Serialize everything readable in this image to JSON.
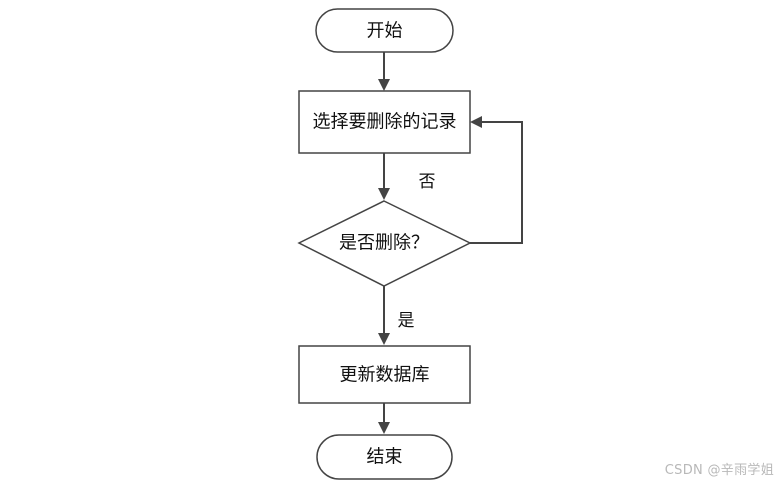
{
  "flowchart": {
    "nodes": {
      "start": {
        "text": "开始",
        "shape": "terminator"
      },
      "select_record": {
        "text": "选择要删除的记录",
        "shape": "process"
      },
      "confirm_delete": {
        "text": "是否删除？",
        "shape": "decision"
      },
      "update_db": {
        "text": "更新数据库",
        "shape": "process"
      },
      "end": {
        "text": "结束",
        "shape": "terminator"
      }
    },
    "edges": {
      "no_label": "否",
      "yes_label": "是"
    }
  },
  "watermark": "CSDN @辛雨学姐",
  "colors": {
    "stroke": "#444444",
    "text": "#111111",
    "background": "#ffffff",
    "watermark": "#b8b8b8"
  }
}
